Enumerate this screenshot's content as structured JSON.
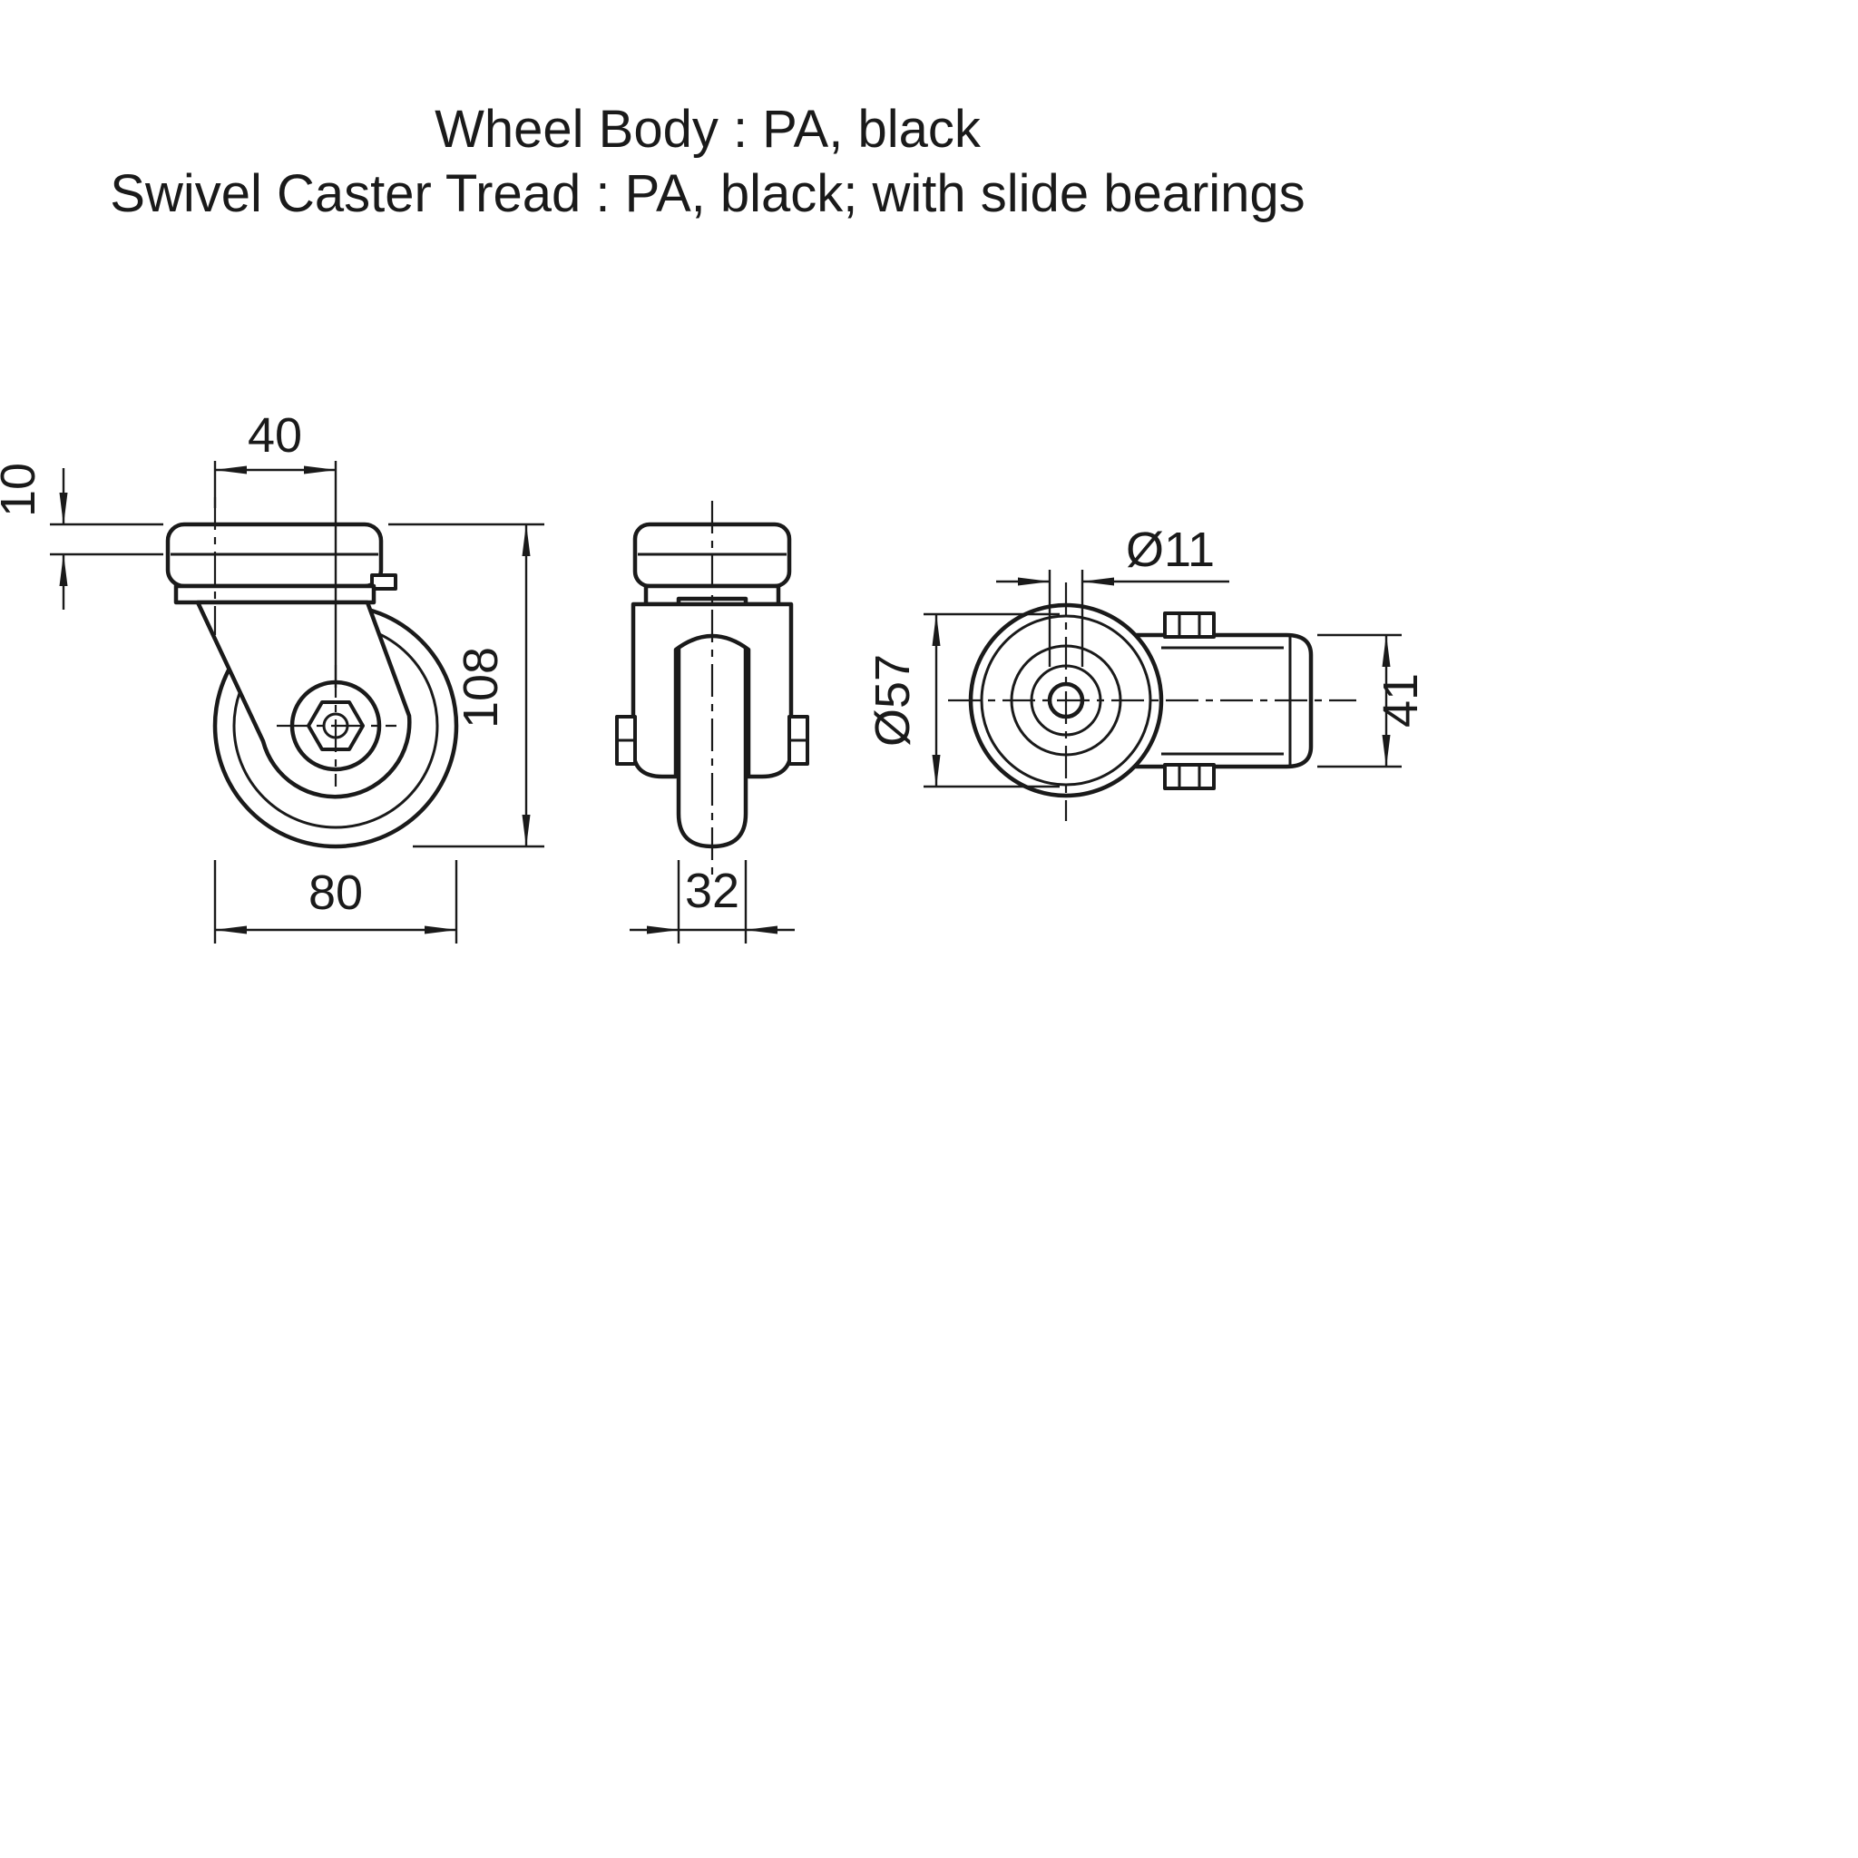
{
  "title": {
    "line1": "Wheel Body : PA, black",
    "line2": "Swivel Caster Tread : PA, black; with slide bearings"
  },
  "dimensions": {
    "side_view": {
      "swivel_offset": "40",
      "plate_thickness": "10",
      "overall_height": "108",
      "wheel_diameter": "80"
    },
    "front_view": {
      "wheel_width": "32"
    },
    "top_view": {
      "bolt_hole_diameter": "Ø11",
      "housing_diameter": "Ø57",
      "fork_width": "41"
    }
  },
  "colors": {
    "line": "#1a1a1a",
    "background": "#ffffff"
  }
}
